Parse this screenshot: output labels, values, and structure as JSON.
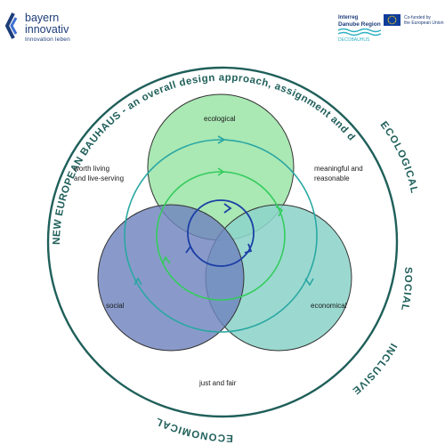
{
  "logo_left": {
    "line1": "bayern",
    "line2": "innovativ",
    "line3": "Innovation leben"
  },
  "logo_right": {
    "interreg_line1": "Interreg",
    "interreg_line2": "Danube Region",
    "interreg_line3": "DECOBAUHUS",
    "eu_line1": "Co-funded by",
    "eu_line2": "the European Union"
  },
  "ring_text": {
    "top_arc": "NEW EUROPEAN BAUHAUS - an overall design approach, assignment and duty",
    "right_ecological": "ECOLOGICAL",
    "right_social": "SOCIAL",
    "right_inclusive": "INCLUSIVE",
    "bottom_economical": "ECONOMICAL"
  },
  "circles": {
    "ecological": {
      "label": "ecological",
      "color": "#a3e6ae"
    },
    "social": {
      "label": "social",
      "color": "#6f84be"
    },
    "economical": {
      "label": "economical",
      "color": "#8dd4c9"
    }
  },
  "outer_labels": {
    "worth_line1": "worth living",
    "worth_line2": "and live-serving",
    "meaningful_line1": "meaningful and",
    "meaningful_line2": "reasonable",
    "just": "just and fair"
  },
  "colors": {
    "ring": "#1f5f5a",
    "teal_arrow": "#2aa7a3",
    "green_arrow": "#33cc5c",
    "blue_arrow": "#1c3fa6"
  }
}
